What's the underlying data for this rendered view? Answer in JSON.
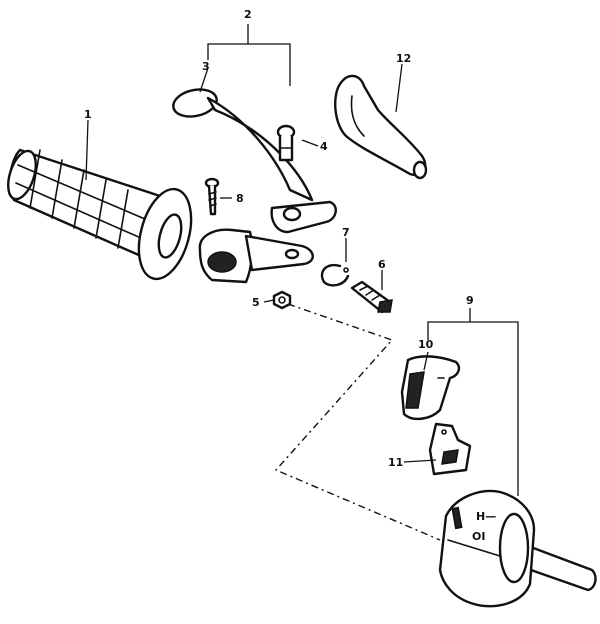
{
  "callouts": {
    "c1": "1",
    "c2": "2",
    "c3": "3",
    "c4": "4",
    "c5": "5",
    "c6": "6",
    "c7": "7",
    "c8": "8",
    "c9": "9",
    "c10": "10",
    "c11": "11",
    "c12": "12"
  },
  "switch_face": {
    "top": "H—",
    "bottom": "OI"
  },
  "colors": {
    "ink": "#111111",
    "paper": "#ffffff"
  }
}
